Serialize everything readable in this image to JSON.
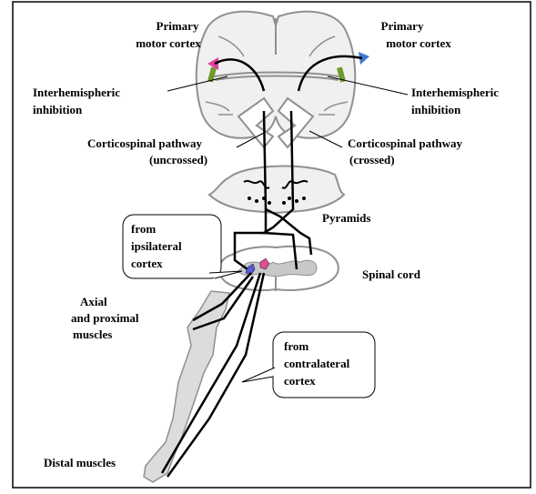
{
  "labels": {
    "motor_left_1": "Primary",
    "motor_left_2": "motor cortex",
    "motor_right_1": "Primary",
    "motor_right_2": "motor cortex",
    "inhib_left_1": "Interhemispheric",
    "inhib_left_2": "inhibition",
    "inhib_right_1": "Interhemispheric",
    "inhib_right_2": "inhibition",
    "cs_left_1": "Corticospinal pathway",
    "cs_left_2": "(uncrossed)",
    "cs_right_1": "Corticospinal pathway",
    "cs_right_2": "(crossed)",
    "pyramids": "Pyramids",
    "spinal_cord": "Spinal cord",
    "ipsi_1": "from",
    "ipsi_2": "ipsilateral",
    "ipsi_3": "cortex",
    "contra_1": "from",
    "contra_2": "contralateral",
    "contra_3": "cortex",
    "axial_1": "Axial",
    "axial_2": "and proximal",
    "axial_3": "muscles",
    "distal": "Distal muscles"
  },
  "colors": {
    "brain_fill": "#f0f0f0",
    "brain_outline": "#909090",
    "gray_matter": "#c8c8c8",
    "arm_fill": "#dcdcdc",
    "pathway": "#000000",
    "inhibition_bar": "#6e9a2a",
    "left_arrow": "#e0409a",
    "right_arrow": "#3a7ad0",
    "neuron_left": "#5a5ad8",
    "neuron_right": "#e05090"
  }
}
